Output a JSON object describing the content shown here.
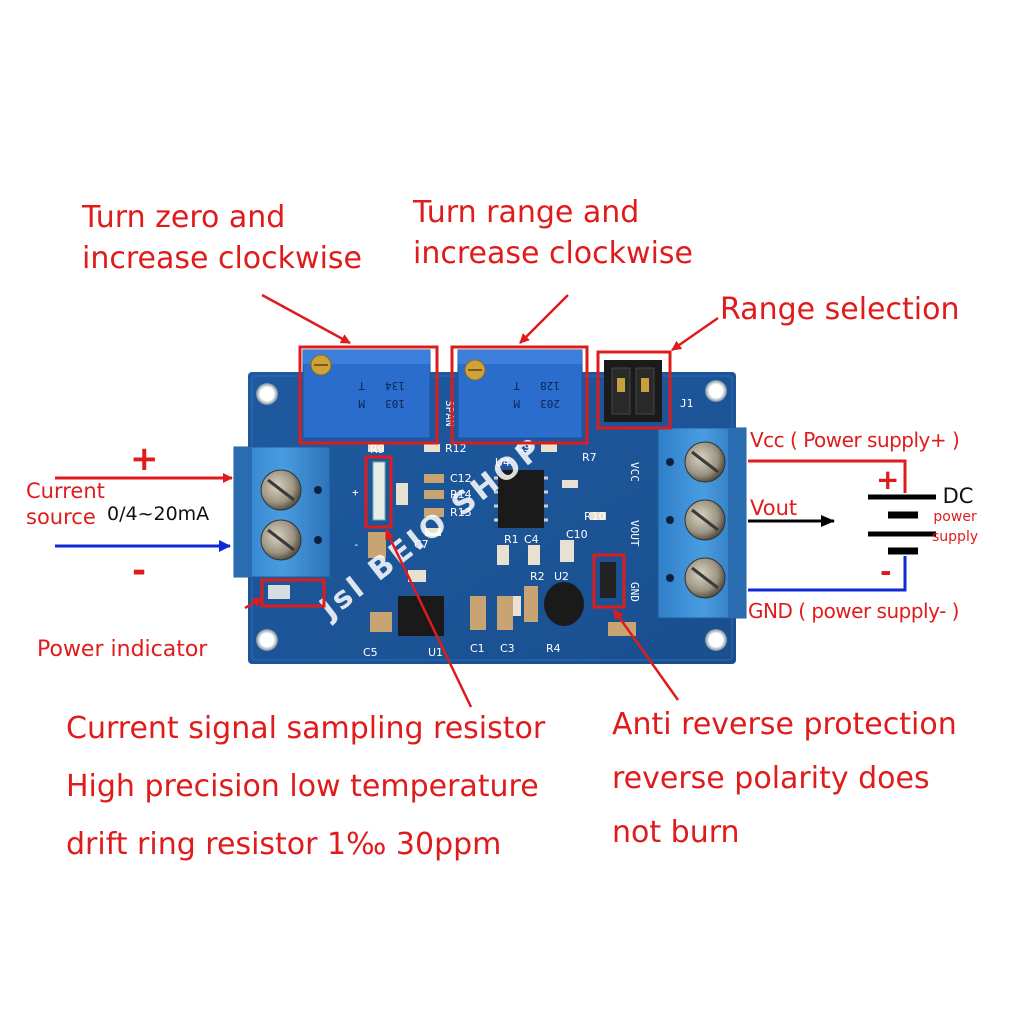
{
  "annotations": {
    "zero_pot": {
      "line1": "Turn zero and",
      "line2": "increase clockwise"
    },
    "span_pot": {
      "line1": "Turn range and",
      "line2": "increase clockwise"
    },
    "range_selection": "Range selection",
    "current_source": {
      "plus": "+",
      "minus": "-",
      "line1": "Current",
      "line2": "source",
      "range": "0/4~20mA"
    },
    "power_indicator": "Power indicator",
    "sampling_resistor": {
      "line1": "Current signal sampling resistor",
      "line2": "High precision low temperature",
      "line3": "drift ring resistor 1‰ 30ppm"
    },
    "anti_reverse": {
      "line1": "Anti reverse protection",
      "line2": "reverse polarity does",
      "line3": "not burn"
    },
    "vcc": "Vcc ( Power supply+ )",
    "vout": "Vout",
    "gnd": "GND ( power supply- )",
    "dc_supply": {
      "plus": "+",
      "minus": "-",
      "line1": "DC",
      "line2": "power",
      "line3": "supply"
    }
  },
  "board": {
    "pot_zero_code": {
      "line1": "103",
      "line2": "134",
      "mark1": "M",
      "mark2": "T"
    },
    "pot_span_code": {
      "line1": "203",
      "line2": "128",
      "mark1": "M",
      "mark2": "T"
    },
    "span_label": "SPAN",
    "jumper_label": "J1",
    "terminal_labels": [
      "VCC",
      "VOUT",
      "GND"
    ],
    "input_pins": [
      "+",
      "-"
    ],
    "components": [
      "R9",
      "R12",
      "C9",
      "U4",
      "R7",
      "C12",
      "R14",
      "R13",
      "R10",
      "C10",
      "C7",
      "R1",
      "C4",
      "R2",
      "U2",
      "C5",
      "U1",
      "C1",
      "C3",
      "R4"
    ],
    "watermark": "Jsl BEIO SHOP"
  },
  "colors": {
    "annotation_red": "#e01b1b",
    "negative_blue": "#1028d8",
    "pcb_blue": "#1f5fa8",
    "terminal_blue": "#3d8fd6",
    "pot_blue": "#2a6fd0"
  }
}
